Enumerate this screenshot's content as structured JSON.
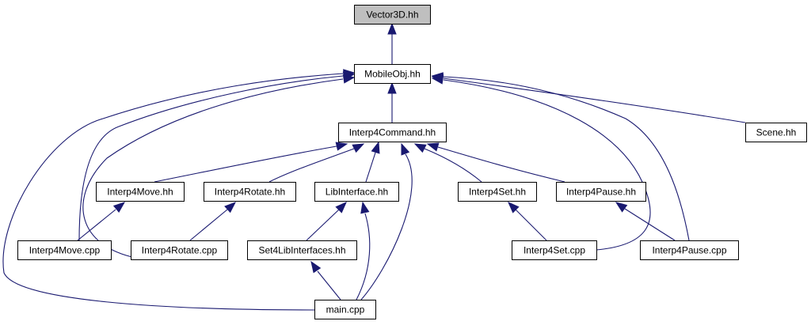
{
  "graph": {
    "nodes": [
      {
        "id": "vector3d",
        "label": "Vector3D.hh",
        "highlight": true
      },
      {
        "id": "mobileobj",
        "label": "MobileObj.hh"
      },
      {
        "id": "interp4command",
        "label": "Interp4Command.hh"
      },
      {
        "id": "scene",
        "label": "Scene.hh"
      },
      {
        "id": "interp4move_hh",
        "label": "Interp4Move.hh"
      },
      {
        "id": "interp4rotate_hh",
        "label": "Interp4Rotate.hh"
      },
      {
        "id": "libinterface",
        "label": "LibInterface.hh"
      },
      {
        "id": "interp4set_hh",
        "label": "Interp4Set.hh"
      },
      {
        "id": "interp4pause_hh",
        "label": "Interp4Pause.hh"
      },
      {
        "id": "interp4move_cpp",
        "label": "Interp4Move.cpp"
      },
      {
        "id": "interp4rotate_cpp",
        "label": "Interp4Rotate.cpp"
      },
      {
        "id": "set4libinterfaces",
        "label": "Set4LibInterfaces.hh"
      },
      {
        "id": "interp4set_cpp",
        "label": "Interp4Set.cpp"
      },
      {
        "id": "interp4pause_cpp",
        "label": "Interp4Pause.cpp"
      },
      {
        "id": "main_cpp",
        "label": "main.cpp"
      }
    ],
    "edges": [
      {
        "from": "mobileobj",
        "to": "vector3d"
      },
      {
        "from": "interp4command",
        "to": "mobileobj"
      },
      {
        "from": "scene",
        "to": "mobileobj"
      },
      {
        "from": "interp4move_cpp",
        "to": "mobileobj"
      },
      {
        "from": "interp4rotate_cpp",
        "to": "mobileobj"
      },
      {
        "from": "main_cpp",
        "to": "mobileobj"
      },
      {
        "from": "interp4set_cpp",
        "to": "mobileobj"
      },
      {
        "from": "interp4pause_cpp",
        "to": "mobileobj"
      },
      {
        "from": "interp4move_hh",
        "to": "interp4command"
      },
      {
        "from": "interp4rotate_hh",
        "to": "interp4command"
      },
      {
        "from": "libinterface",
        "to": "interp4command"
      },
      {
        "from": "interp4set_hh",
        "to": "interp4command"
      },
      {
        "from": "interp4pause_hh",
        "to": "interp4command"
      },
      {
        "from": "main_cpp",
        "to": "interp4command"
      },
      {
        "from": "interp4move_cpp",
        "to": "interp4move_hh"
      },
      {
        "from": "interp4rotate_cpp",
        "to": "interp4rotate_hh"
      },
      {
        "from": "set4libinterfaces",
        "to": "libinterface"
      },
      {
        "from": "main_cpp",
        "to": "libinterface"
      },
      {
        "from": "interp4set_cpp",
        "to": "interp4set_hh"
      },
      {
        "from": "interp4pause_cpp",
        "to": "interp4pause_hh"
      },
      {
        "from": "main_cpp",
        "to": "set4libinterfaces"
      }
    ]
  },
  "colors": {
    "edge": "#191970",
    "highlight_fill": "#bfbfbf",
    "node_border": "#000000"
  }
}
